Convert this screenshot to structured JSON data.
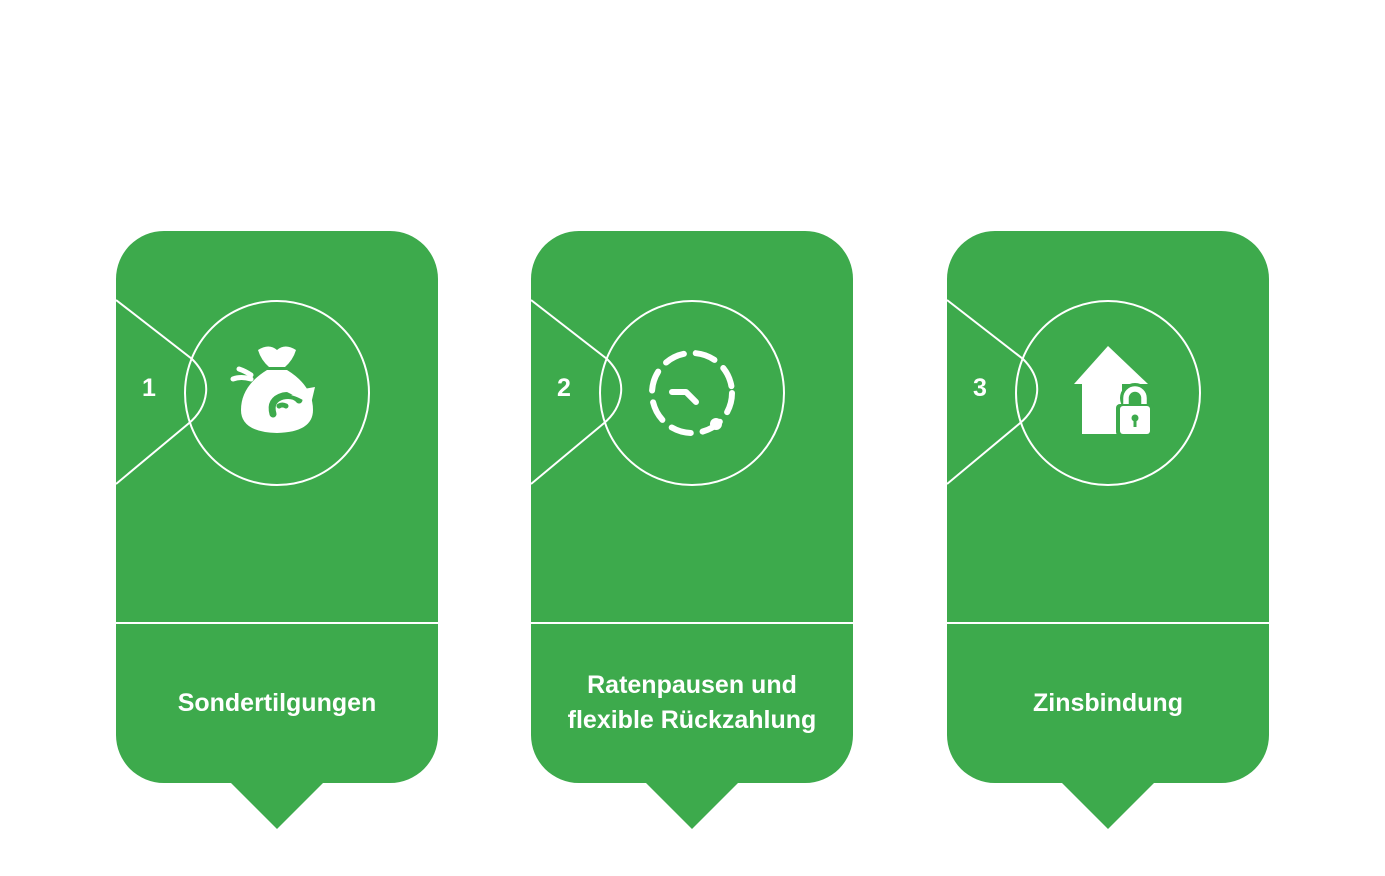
{
  "theme": {
    "card_color": "#3daa4c",
    "line_color": "#ffffff"
  },
  "steps": [
    {
      "number": "1",
      "label": "Sondertilgungen",
      "icon": "money-bag-icon"
    },
    {
      "number": "2",
      "label": "Ratenpausen und flexible Rückzahlung",
      "icon": "dashed-clock-icon"
    },
    {
      "number": "3",
      "label": "Zinsbindung",
      "icon": "house-lock-icon"
    }
  ]
}
